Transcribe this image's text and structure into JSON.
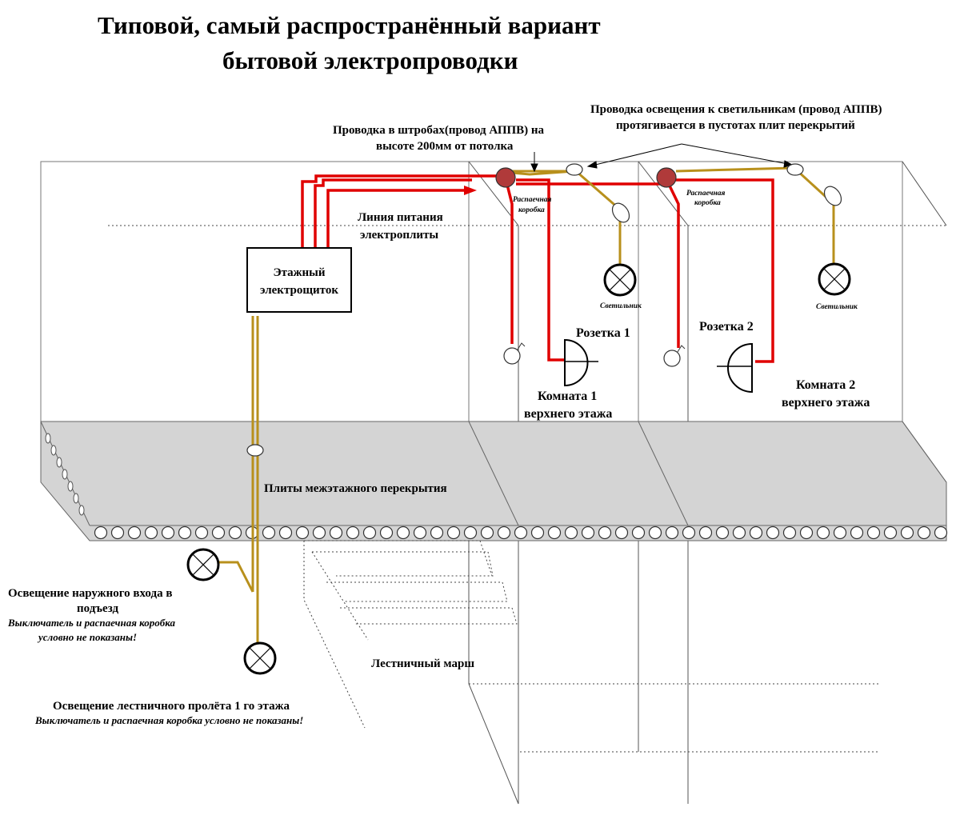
{
  "title": {
    "line1": "Типовой, самый распространённый  вариант",
    "line2": "бытовой электропроводки"
  },
  "labels": {
    "shtroba_line1": "Проводка в штробах(провод АППВ) на",
    "shtroba_line2": "высоте 200мм от потолка",
    "lighting_line1": "Проводка освещения к светильникам (провод АППВ)",
    "lighting_line2": "протягивается в пустотах плит перекрытий",
    "stove_line1": "Линия питания",
    "stove_line2": "электроплиты",
    "panel_line1": "Этажный",
    "panel_line2": "электрощиток",
    "junction_box_1_line1": "Распаечная",
    "junction_box_1_line2": "коробка",
    "junction_box_2_line1": "Распаечная",
    "junction_box_2_line2": "коробка",
    "lamp_1": "Светильник",
    "lamp_2": "Светильник",
    "socket_1": "Розетка 1",
    "socket_2": "Розетка 2",
    "room_1_line1": "Комната 1",
    "room_1_line2": "верхнего этажа",
    "room_2_line1": "Комната 2",
    "room_2_line2": "верхнего этажа",
    "slab": "Плиты межэтажного перекрытия",
    "entrance_line1": "Освещение наружного входа в",
    "entrance_line2": "подъезд",
    "entrance_note1": "Выключатель и распаечная коробка",
    "entrance_note2": "условно не показаны!",
    "stairs": "Лестничный марш",
    "stair_light": "Освещение лестничного пролёта 1 го этажа",
    "stair_light_note": "Выключатель и распаечная коробка условно не показаны!"
  },
  "colors": {
    "power_wire": "#e00000",
    "lighting_wire": "#b8901c",
    "junction_box": "#b03a3a",
    "slab": "#d4d4d4"
  },
  "icons": [
    "lamp-icon",
    "socket-icon",
    "switch-icon",
    "junction-box-icon",
    "electrical-panel-icon"
  ]
}
